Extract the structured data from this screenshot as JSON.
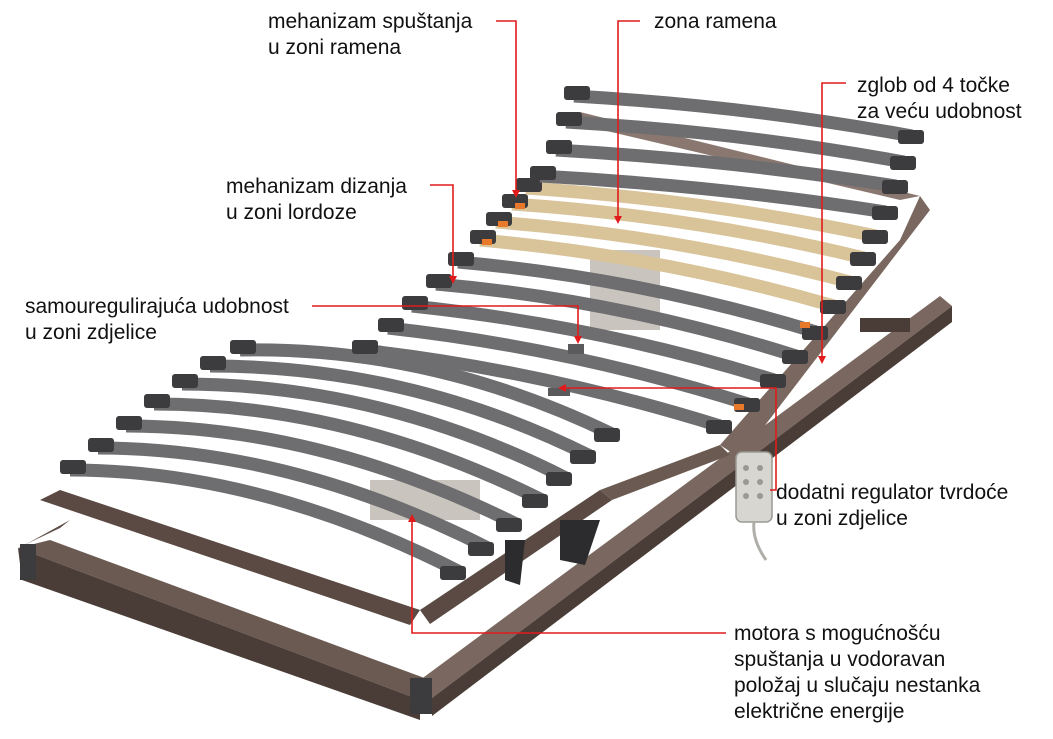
{
  "colors": {
    "frame": "#6b5a52",
    "frame_dark": "#4a3d37",
    "slat_gray": "#6e6e70",
    "slat_wood": "#d9c49a",
    "slat_wood_edge": "#b8955c",
    "cap": "#3c3c3e",
    "accent_orange": "#e8782a",
    "leader_line": "#e11b1b",
    "remote": "#d8d6d0"
  },
  "callouts": [
    {
      "id": "shoulder-lowering-mechanism",
      "lines": [
        "mehanizam spuštanja",
        "u zoni ramena"
      ]
    },
    {
      "id": "shoulder-zone",
      "lines": [
        "zona ramena"
      ]
    },
    {
      "id": "four-point-joint",
      "lines": [
        "zglob od 4 točke",
        "za veću udobnost"
      ]
    },
    {
      "id": "lumbar-lift-mechanism",
      "lines": [
        "mehanizam dizanja",
        "u zoni lordoze"
      ]
    },
    {
      "id": "self-adjusting-pelvis",
      "lines": [
        "samouregulirajuća udobnost",
        "u zoni zdjelice"
      ]
    },
    {
      "id": "extra-firmness-regulator",
      "lines": [
        "dodatni regulator tvrdoće",
        "u zoni zdjelice"
      ]
    },
    {
      "id": "motor-emergency-lowering",
      "lines": [
        "motora s mogućnošću",
        "spuštanja u vodoravan",
        "položaj u slučaju nestanka",
        "električne energije"
      ]
    }
  ]
}
